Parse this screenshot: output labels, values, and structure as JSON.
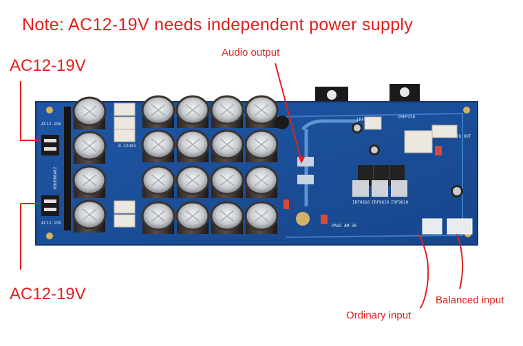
{
  "header": {
    "note": "Note: AC12-19V needs independent power supply"
  },
  "labels": {
    "ac_top": "AC12-19V",
    "ac_bottom": "AC12-19V",
    "audio_output": "Audio output",
    "ordinary_input": "Ordinary input",
    "balanced_input": "Balanced input"
  },
  "board_silkscreen": {
    "ac_top": "AC12-19V",
    "ac_bottom": "AC12-19V",
    "bridge": "KBU606AK2",
    "capacitor_note": "0.22UX3",
    "transistor_left": "IRFP250",
    "transistor_right": "IRFP250",
    "audio_out": "AUDIO OUT",
    "mosfet_1": "IRF9610",
    "mosfet_2": "IRF9610",
    "mosfet_3": "IRF9610",
    "board_name": "PASS AM-30"
  },
  "colors": {
    "annotation": "#e0201d",
    "pcb": "#1c4f9a",
    "silk": "#dfe8f4"
  }
}
